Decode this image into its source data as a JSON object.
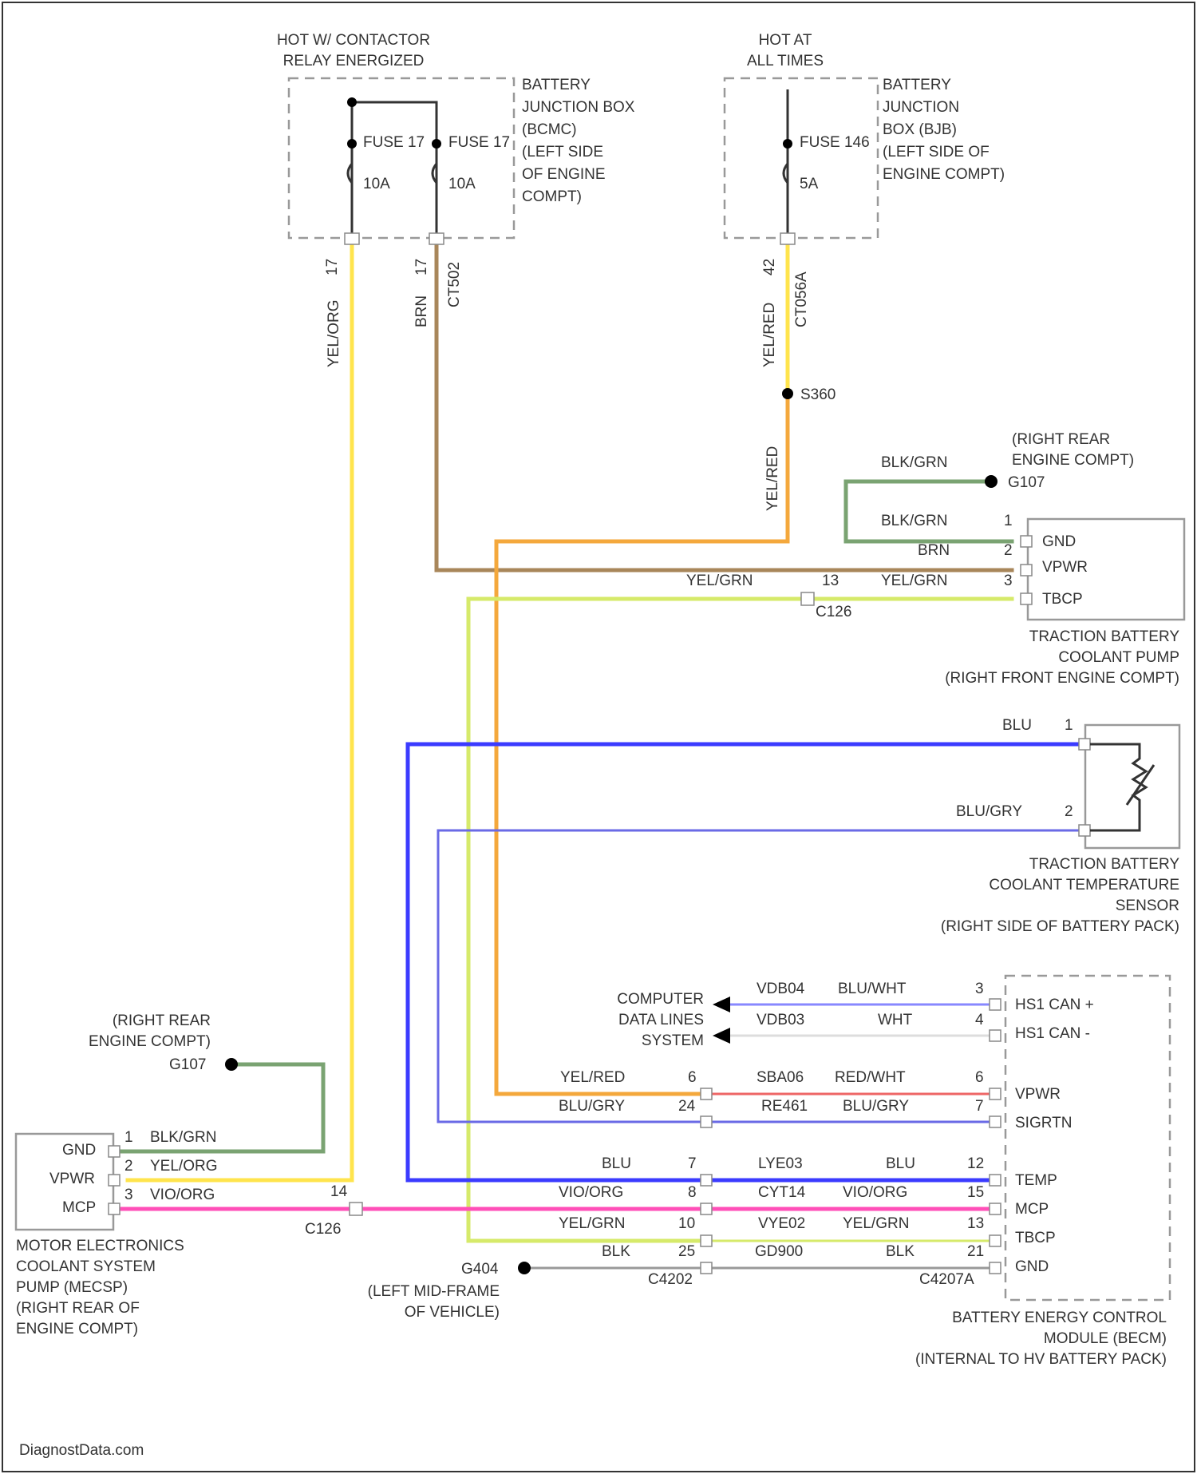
{
  "colors": {
    "yel_org": "#ffe44d",
    "brn": "#a8865a",
    "yel_red": "#f4a83c",
    "blk_grn": "#7aa372",
    "yel_grn": "#d6ea6a",
    "blu": "#3b3bff",
    "blu_gry": "#6a6ae6",
    "blu_wht": "#8888ff",
    "wht": "#dddddd",
    "red_wht": "#ee6666",
    "vio_org": "#ff4fb8",
    "blk": "#999999"
  },
  "top_left": {
    "heading": [
      "HOT W/ CONTACTOR",
      "RELAY ENERGIZED"
    ],
    "box_label": [
      "BATTERY",
      "JUNCTION BOX",
      "(BCMC)",
      "(LEFT SIDE",
      "OF ENGINE",
      "COMPT)"
    ],
    "fuse_a": "FUSE 17",
    "fuse_a_amp": "10A",
    "fuse_b": "FUSE 17",
    "fuse_b_amp": "10A",
    "wire_a_pin": "17",
    "wire_a_color": "YEL/ORG",
    "wire_b_pin": "17",
    "wire_b_color": "BRN",
    "wire_b_circuit": "CT502"
  },
  "top_right": {
    "heading": [
      "HOT AT",
      "ALL TIMES"
    ],
    "box_label": [
      "BATTERY",
      "JUNCTION",
      "BOX (BJB)",
      "(LEFT SIDE OF",
      "ENGINE COMPT)"
    ],
    "fuse": "FUSE 146",
    "fuse_amp": "5A",
    "wire_pin": "42",
    "wire_color": "YEL/RED",
    "wire_circuit": "CT056A",
    "splice": "S360",
    "wire_color2": "YEL/RED"
  },
  "ground_top": {
    "location": [
      "(RIGHT REAR",
      "ENGINE COMPT)"
    ],
    "id": "G107",
    "wire_color": "BLK/GRN"
  },
  "pump": {
    "pins": [
      {
        "num": "1",
        "color": "BLK/GRN",
        "name": "GND"
      },
      {
        "num": "2",
        "color": "BRN",
        "name": "VPWR"
      },
      {
        "num": "3",
        "color": "YEL/GRN",
        "name": "TBCP"
      }
    ],
    "harness_color": "YEL/GRN",
    "connector_pin": "13",
    "connector": "C126",
    "label": [
      "TRACTION BATTERY",
      "COOLANT PUMP",
      "(RIGHT FRONT ENGINE COMPT)"
    ]
  },
  "sensor": {
    "pins": [
      {
        "num": "1",
        "color": "BLU"
      },
      {
        "num": "2",
        "color": "BLU/GRY"
      }
    ],
    "label": [
      "TRACTION BATTERY",
      "COOLANT TEMPERATURE",
      "SENSOR",
      "(RIGHT SIDE OF BATTERY PACK)"
    ]
  },
  "data_lines": {
    "label": [
      "COMPUTER",
      "DATA LINES",
      "SYSTEM"
    ],
    "lines": [
      {
        "circuit": "VDB04",
        "color": "BLU/WHT",
        "pin": "3",
        "name": "HS1 CAN +"
      },
      {
        "circuit": "VDB03",
        "color": "WHT",
        "pin": "4",
        "name": "HS1 CAN -"
      }
    ]
  },
  "becm": {
    "rows": [
      {
        "left_color": "YEL/RED",
        "left_pin": "6",
        "circuit": "SBA06",
        "right_color": "RED/WHT",
        "right_pin": "6",
        "name": "VPWR"
      },
      {
        "left_color": "BLU/GRY",
        "left_pin": "24",
        "circuit": "RE461",
        "right_color": "BLU/GRY",
        "right_pin": "7",
        "name": "SIGRTN"
      },
      {
        "left_color": "BLU",
        "left_pin": "7",
        "circuit": "LYE03",
        "right_color": "BLU",
        "right_pin": "12",
        "name": "TEMP"
      },
      {
        "left_color": "VIO/ORG",
        "left_pin": "8",
        "circuit": "CYT14",
        "right_color": "VIO/ORG",
        "right_pin": "15",
        "name": "MCP"
      },
      {
        "left_color": "YEL/GRN",
        "left_pin": "10",
        "circuit": "VYE02",
        "right_color": "YEL/GRN",
        "right_pin": "13",
        "name": "TBCP"
      },
      {
        "left_color": "BLK",
        "left_pin": "25",
        "circuit": "GD900",
        "right_color": "BLK",
        "right_pin": "21",
        "name": "GND"
      }
    ],
    "connector_left": "C4202",
    "connector_right": "C4207A",
    "label": [
      "BATTERY ENERGY CONTROL",
      "MODULE (BECM)",
      "(INTERNAL TO HV BATTERY PACK)"
    ]
  },
  "ground_bottom": {
    "id": "G404",
    "location": [
      "(LEFT MID-FRAME",
      "OF VEHICLE)"
    ]
  },
  "mecsp": {
    "pins": [
      {
        "num": "1",
        "color": "BLK/GRN",
        "name": "GND"
      },
      {
        "num": "2",
        "color": "YEL/ORG",
        "name": "VPWR"
      },
      {
        "num": "3",
        "color": "VIO/ORG",
        "name": "MCP"
      }
    ],
    "connector_pin": "14",
    "connector": "C126",
    "ground_location": [
      "(RIGHT REAR",
      "ENGINE COMPT)"
    ],
    "ground_id": "G107",
    "label": [
      "MOTOR ELECTRONICS",
      "COOLANT SYSTEM",
      "PUMP (MECSP)",
      "(RIGHT REAR OF",
      "ENGINE COMPT)"
    ]
  },
  "watermark": "DiagnostData.com"
}
